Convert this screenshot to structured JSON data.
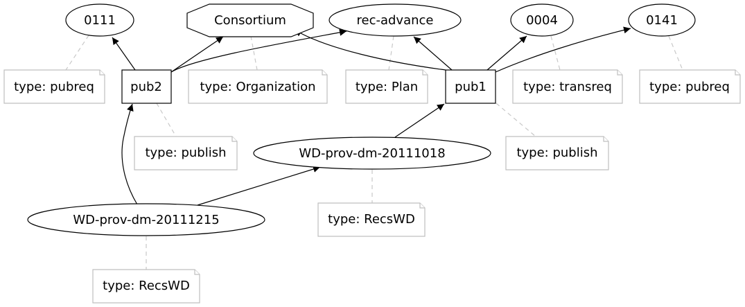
{
  "nodes": {
    "n0111": "0111",
    "consortium": "Consortium",
    "rec_advance": "rec-advance",
    "n0004": "0004",
    "n0141": "0141",
    "pub2": "pub2",
    "pub1": "pub1",
    "wd_20111018": "WD-prov-dm-20111018",
    "wd_20111215": "WD-prov-dm-20111215"
  },
  "notes": {
    "pub2_pubreq": "type: pubreq",
    "consortium_type": "type: Organization",
    "rec_advance_type": "type: Plan",
    "n0004_type": "type: transreq",
    "n0141_type": "type: pubreq",
    "pub2_type": "type: publish",
    "pub1_type": "type: publish",
    "wd_20111018_type": "type: RecsWD",
    "wd_20111215_type": "type: RecsWD"
  }
}
